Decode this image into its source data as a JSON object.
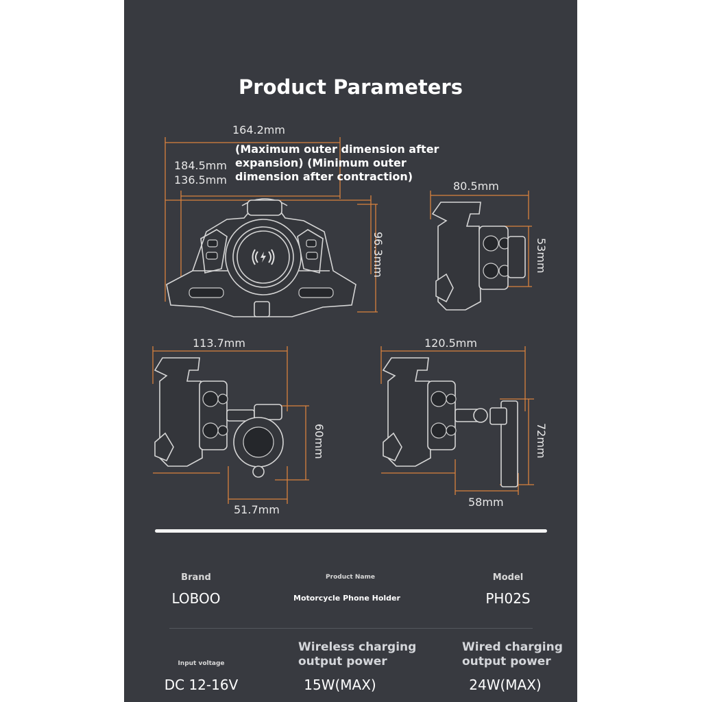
{
  "page": {
    "title": "Product Parameters"
  },
  "dimensions": {
    "front_width": "164.2mm",
    "front_height": "96.3mm",
    "expanded": "184.5mm",
    "contracted": "136.5mm",
    "expansion_note": "(Maximum outer dimension after expansion) (Minimum outer dimension after contraction)",
    "side_depth": "80.5mm",
    "side_mount": "53mm",
    "clamp_width": "113.7mm",
    "clamp_height": "60mm",
    "clamp_depth": "51.7mm",
    "mirror_width": "120.5mm",
    "mirror_height": "72mm",
    "mirror_depth": "58mm"
  },
  "specs": {
    "brand_label": "Brand",
    "brand_value": "LOBOO",
    "product_label": "Product Name",
    "product_value": "Motorcycle Phone Holder",
    "model_label": "Model",
    "model_value": "PH02S",
    "voltage_label": "Input voltage",
    "voltage_value": "DC 12-16V",
    "wireless_label": "Wireless charging output power",
    "wireless_value": "15W(MAX)",
    "wired_label": "Wired charging output power",
    "wired_value": "24W(MAX)"
  },
  "colors": {
    "panel": "#383a40",
    "dimension_lines": "#d9823e",
    "text": "#ffffff"
  },
  "icons": [
    "wireless-charging-icon"
  ]
}
